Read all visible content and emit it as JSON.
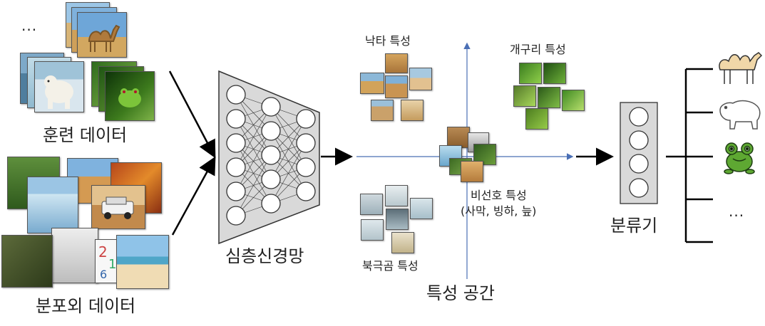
{
  "labels": {
    "training_data": "훈련 데이터",
    "ood_data": "분포외 데이터",
    "dnn": "심층신경망",
    "camel_feature": "낙타 특성",
    "frog_feature": "개구리 특성",
    "nonlinear_feature": "비선호 특성",
    "nonlinear_sub": "(사막, 빙하, 늪)",
    "bear_feature": "북극곰 특성",
    "feature_space": "특성 공간",
    "classifier": "분류기",
    "ellipsis_top": "...",
    "ellipsis_right": "..."
  },
  "icons": {
    "camel": "camel-icon",
    "polar_bear": "polar-bear-icon",
    "frog": "frog-icon"
  },
  "colors": {
    "axis": "#4a6fb5",
    "desert": "#c9a46a",
    "ice": "#a9cde0",
    "frog_green": "#5ea832",
    "neuron_fill": "#ffffff",
    "network_fill": "#d9d9d9"
  }
}
